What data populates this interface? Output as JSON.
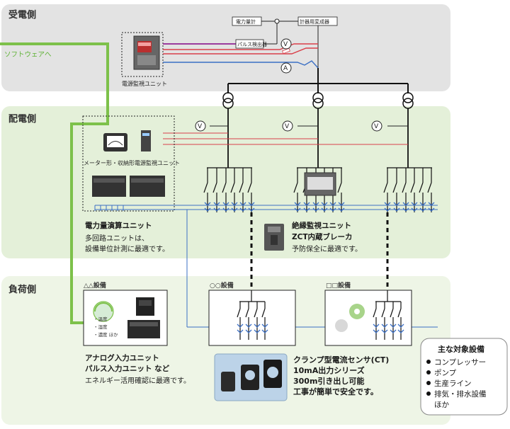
{
  "sections": {
    "receiving": "受電側",
    "distribution": "配電側",
    "load": "負荷側"
  },
  "software_link": "ソフトウェアへ",
  "top_labels": {
    "power_meter": "電力量計",
    "instrument_transformer": "計器用変成器",
    "pulse_detector": "パルス検出器",
    "voltmeter": "V",
    "ammeter": "A"
  },
  "power_monitor_unit": "電源監視ユニット",
  "meter_unit_label": "メーター形・収納形電源監視ユニット",
  "calc_unit": {
    "title": "電力量演算ユニット",
    "line1": "多回路ユニットは、",
    "line2": "設備単位計測に最適です。"
  },
  "insulation_unit": {
    "title1": "絶縁監視ユニット",
    "title2": "ZCT内蔵ブレーカ",
    "line": "予防保全に最適です。"
  },
  "equipment": {
    "triangle": "△△設備",
    "circle": "○○設備",
    "square": "□□設備"
  },
  "sensor_labels": [
    "・温度",
    "・湿度",
    "・濃度 ほか"
  ],
  "analog_unit": {
    "line1": "アナログ入力ユニット",
    "line2": "パルス入力ユニット など",
    "line3": "エネルギー活用確認に最適です。"
  },
  "ct_sensor": {
    "line1": "クランプ型電流センサ(CT)",
    "line2": "10mA出力シリーズ",
    "line3": "300m引き出し可能",
    "line4": "工事が簡単で安全です。"
  },
  "target_equipment": {
    "title": "主な対象設備",
    "items": [
      "コンプレッサー",
      "ポンプ",
      "生産ライン",
      "排気・排水設備"
    ],
    "extra": "ほか"
  },
  "colors": {
    "receiving_bg": "#e3e3e3",
    "distribution_bg": "#e4f0d9",
    "load_bg": "#eef5e6",
    "green_line": "#7dc14a",
    "signal_blue": "#3b6fc4",
    "red_line": "#d9404a",
    "purple_line": "#9b3c9e"
  }
}
